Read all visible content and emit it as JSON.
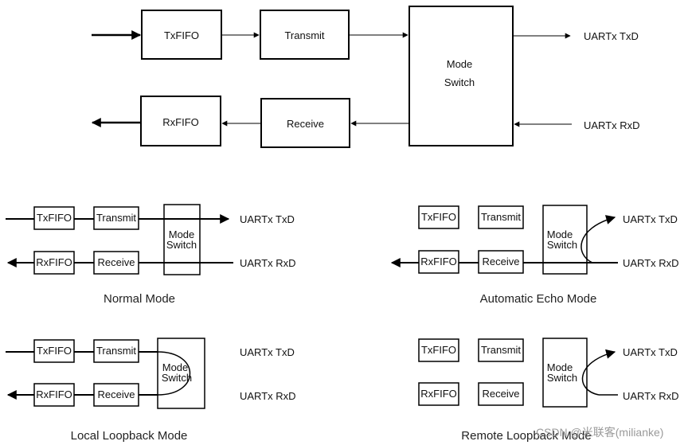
{
  "main": {
    "txfifo": "TxFIFO",
    "transmit": "Transmit",
    "mode_switch_line1": "Mode",
    "mode_switch_line2": "Switch",
    "rxfifo": "RxFIFO",
    "receive": "Receive",
    "txd": "UARTx TxD",
    "rxd": "UARTx RxD"
  },
  "modes": [
    {
      "caption": "Normal Mode",
      "txfifo": "TxFIFO",
      "transmit": "Transmit",
      "rxfifo": "RxFIFO",
      "receive": "Receive",
      "switch_line1": "Mode",
      "switch_line2": "Switch",
      "txd": "UARTx TxD",
      "rxd": "UARTx RxD"
    },
    {
      "caption": "Automatic Echo Mode",
      "txfifo": "TxFIFO",
      "transmit": "Transmit",
      "rxfifo": "RxFIFO",
      "receive": "Receive",
      "switch_line1": "Mode",
      "switch_line2": "Switch",
      "txd": "UARTx TxD",
      "rxd": "UARTx RxD"
    },
    {
      "caption": "Local Loopback Mode",
      "txfifo": "TxFIFO",
      "transmit": "Transmit",
      "rxfifo": "RxFIFO",
      "receive": "Receive",
      "switch_line1": "Mode",
      "switch_line2": "Switch",
      "txd": "UARTx TxD",
      "rxd": "UARTx RxD"
    },
    {
      "caption": "Remote Loopback Mode",
      "txfifo": "TxFIFO",
      "transmit": "Transmit",
      "rxfifo": "RxFIFO",
      "receive": "Receive",
      "switch_line1": "Mode",
      "switch_line2": "Switch",
      "txd": "UARTx TxD",
      "rxd": "UARTx RxD"
    }
  ],
  "watermark": "CSDN @米联客(milianke)"
}
